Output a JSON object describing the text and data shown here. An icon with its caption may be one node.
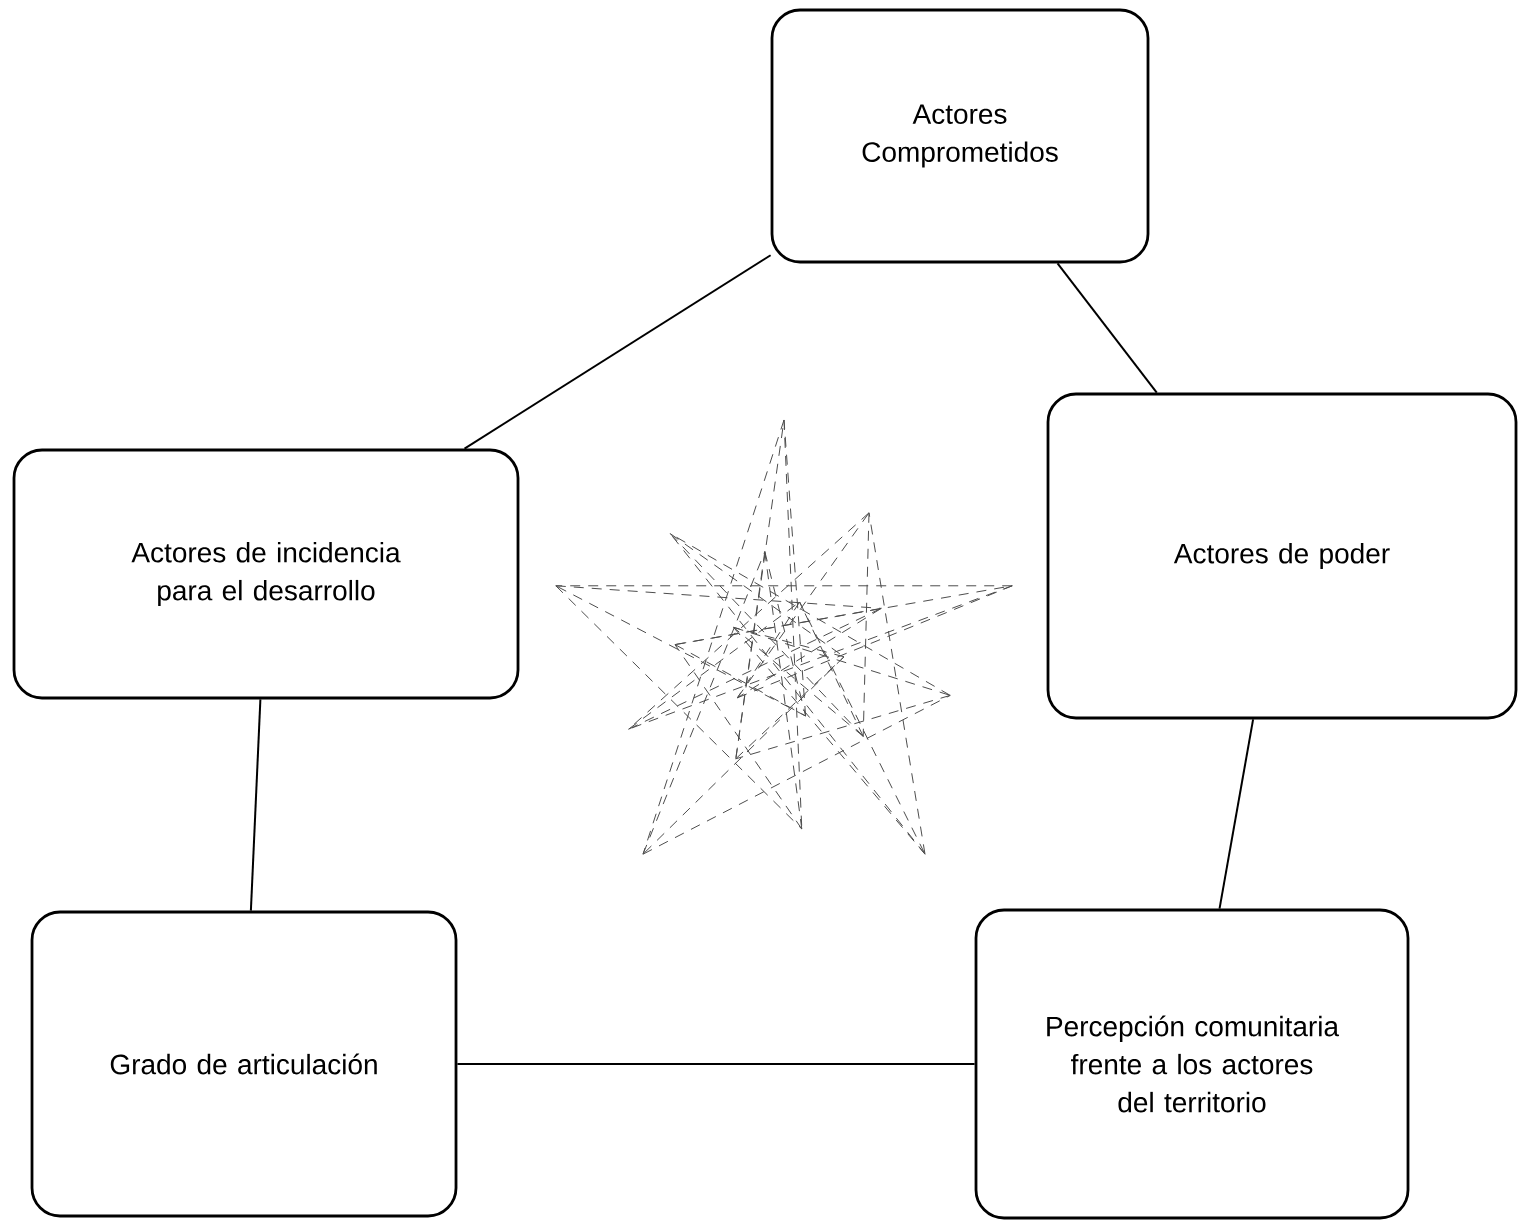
{
  "diagram": {
    "nodes": [
      {
        "text": [
          "Actores Comprometidos"
        ]
      },
      {
        "text": [
          "Actores de poder"
        ]
      },
      {
        "text": [
          "Percepción comunitaria frente a los actores del territorio"
        ]
      },
      {
        "text": [
          "Grado de articulación"
        ]
      },
      {
        "text": [
          "Actores de incidencia para el desarrollo"
        ]
      }
    ],
    "edges": [
      {
        "from": 0,
        "to": 4,
        "arrow": "none"
      },
      {
        "from": 0,
        "to": 1,
        "arrow": "none"
      },
      {
        "from": 1,
        "to": 2,
        "arrow": "none"
      },
      {
        "from": 2,
        "to": 3,
        "arrow": "none"
      },
      {
        "from": 3,
        "to": 4,
        "arrow": "none"
      }
    ]
  }
}
